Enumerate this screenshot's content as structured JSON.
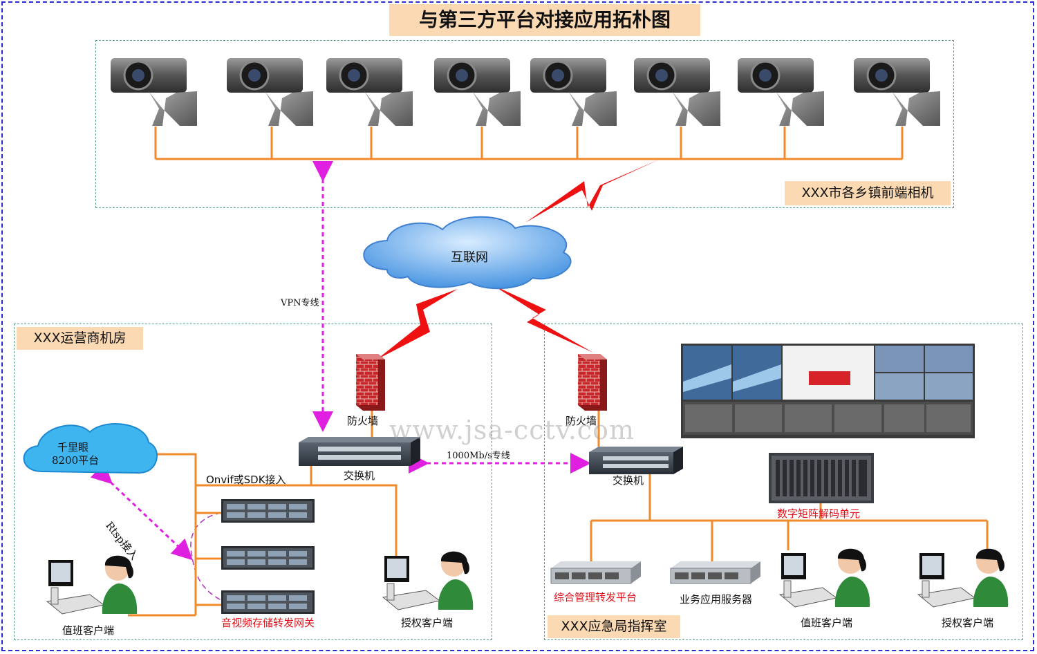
{
  "title": "与第三方平台对接应用拓朴图",
  "zones": {
    "cameras": "XXX市各乡镇前端相机",
    "operator": "XXX运营商机房",
    "emergency": "XXX应急局指挥室"
  },
  "internet": "互联网",
  "links": {
    "vpn": "VPN专线",
    "fiber": "1000Mb/s专线",
    "onvif": "Onvif或SDK接入",
    "rtsp": "Rtsp接入"
  },
  "operator_room": {
    "firewall": "防火墙",
    "switch": "交换机",
    "platform_line1": "千里眼",
    "platform_line2": "8200平台",
    "gateway": "音视频存储转发网关",
    "duty_client": "值班客户端",
    "auth_client": "授权客户端"
  },
  "command_room": {
    "firewall": "防火墙",
    "switch": "交换机",
    "decoder": "数字矩阵解码单元",
    "mgmt_platform": "综合管理转发平台",
    "app_server": "业务应用服务器",
    "duty_client": "值班客户端",
    "auth_client": "授权客户端"
  },
  "watermark": "www.jsa-cctv.com",
  "colors": {
    "wire": "#f08a2a",
    "dashed_link": "#e020e0",
    "lightning": "#ee1111",
    "cloud": "#5aa8ee",
    "zone_border": "#5aa08c",
    "outer_border": "#2a2ad0",
    "label_bg": "#fbd9b3"
  }
}
